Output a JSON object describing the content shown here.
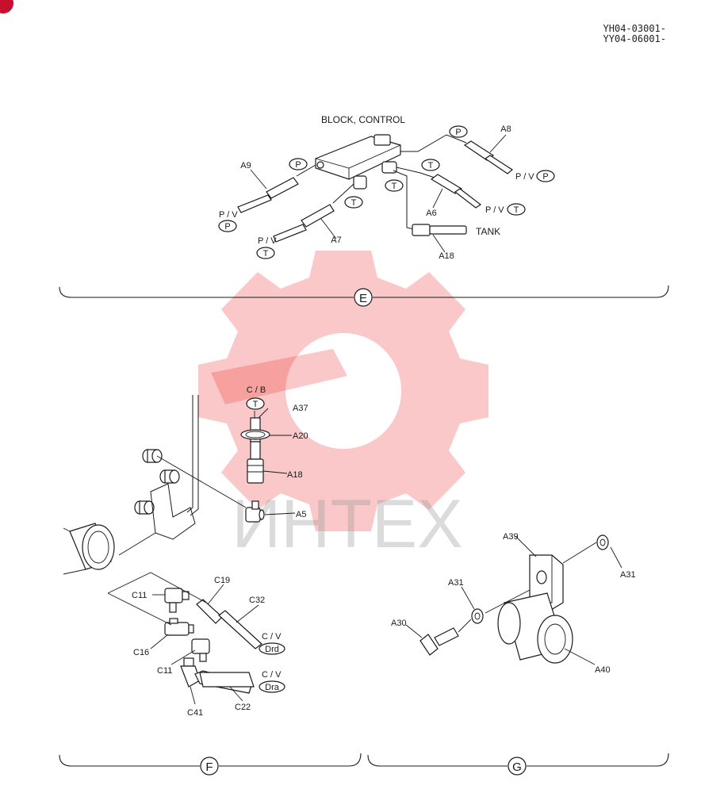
{
  "header": {
    "codes": [
      "YH04-03001-",
      "YY04-06001-"
    ]
  },
  "watermark": {
    "text": "ИНТЕХ",
    "gear_color": "#ed3b3b",
    "corner_badge_color": "#c8102e"
  },
  "section_e": {
    "marker": "E",
    "title": "BLOCK, CONTROL",
    "callouts": {
      "a8": "A8",
      "a9": "A9",
      "a6": "A6",
      "a7": "A7",
      "a18": "A18"
    },
    "ports": {
      "pv1": "P / V",
      "pv2": "P / V",
      "pv3": "P / V",
      "pv4": "P / V",
      "tank": "TANK"
    },
    "badges": {
      "p1": "P",
      "p2": "P",
      "p3": "P",
      "p4": "P",
      "t1": "T",
      "t2": "T",
      "t3": "T",
      "t4": "T",
      "t5": "T"
    }
  },
  "section_f": {
    "marker": "F",
    "callouts": {
      "cb": "C / B",
      "cb_t": "T",
      "a37": "A37",
      "a20": "A20",
      "a18": "A18",
      "a5": "A5",
      "c11a": "C11",
      "c19": "C19",
      "c32": "C32",
      "c16": "C16",
      "c11b": "C11",
      "c41": "C41",
      "c22": "C22",
      "cv1": "C / V",
      "drd": "Drd",
      "cv2": "C / V",
      "dra": "Dra"
    }
  },
  "section_g": {
    "marker": "G",
    "callouts": {
      "a39": "A39",
      "a31a": "A31",
      "a31b": "A31",
      "a30": "A30",
      "a40": "A40"
    }
  }
}
